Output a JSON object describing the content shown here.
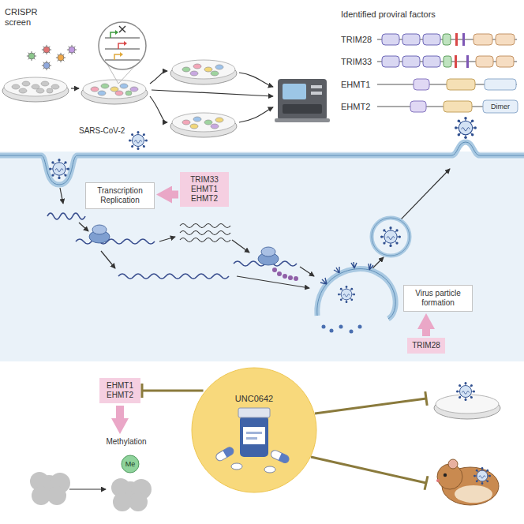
{
  "diagram": {
    "nodes": [
      {
        "text": [
          "TRIM33 EHMT1 EHMT2"
        ]
      },
      {
        "text": [
          "Transcription Replication"
        ]
      },
      {
        "text": [
          "Virus particle formation"
        ]
      },
      {
        "text": [
          "TRIM28"
        ]
      },
      {
        "text": [
          "EHMT1 EHMT2"
        ]
      },
      {
        "text": [
          "UNC0642"
        ]
      },
      {
        "text": [
          "Me"
        ]
      }
    ],
    "edges": [
      {
        "from": 0,
        "to": 1,
        "arrow": "to"
      },
      {
        "from": 3,
        "to": 2,
        "arrow": "to"
      },
      {
        "from": 5,
        "to": 4,
        "arrow": "to"
      }
    ],
    "labels": [
      "CRISPR screen",
      "SARS-CoV-2",
      "Identified proviral factors",
      "TRIM28",
      "TRIM33",
      "EHMT1",
      "EHMT2",
      "Dimer",
      "Methylation"
    ]
  }
}
